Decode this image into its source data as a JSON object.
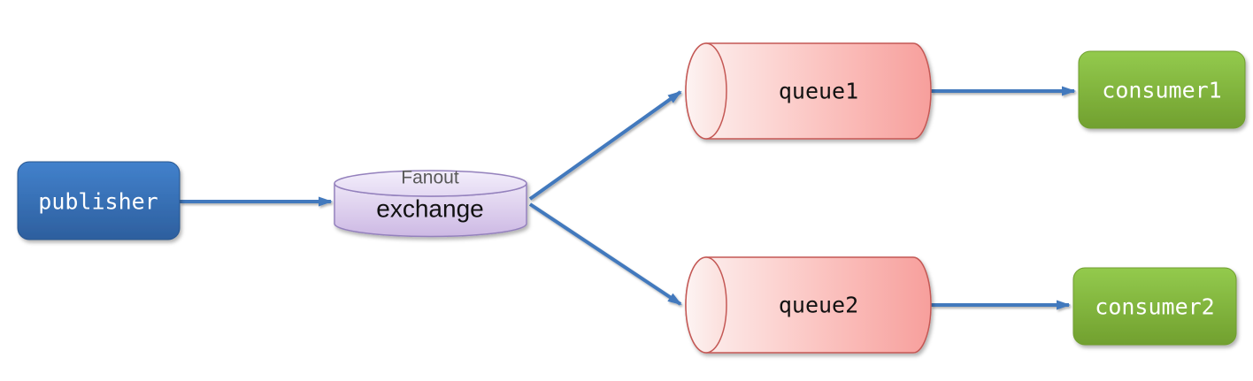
{
  "diagram": {
    "background_color": "#ffffff",
    "edge_color": "#4379bd",
    "nodes": {
      "publisher": {
        "label": "publisher",
        "shape": "rounded-rectangle",
        "fill": "#3d79c2",
        "text_color": "#ffffff"
      },
      "exchange": {
        "label": "exchange",
        "type_label": "Fanout",
        "shape": "vertical-cylinder",
        "fill": "#d9c6ec",
        "text_color": "#111111",
        "type_label_color": "#595959"
      },
      "queue1": {
        "label": "queue1",
        "shape": "horizontal-cylinder",
        "fill": "#f9a5a2",
        "text_color": "#111111"
      },
      "queue2": {
        "label": "queue2",
        "shape": "horizontal-cylinder",
        "fill": "#f9a5a2",
        "text_color": "#111111"
      },
      "consumer1": {
        "label": "consumer1",
        "shape": "rounded-rectangle",
        "fill": "#84ba3c",
        "text_color": "#ffffff"
      },
      "consumer2": {
        "label": "consumer2",
        "shape": "rounded-rectangle",
        "fill": "#84ba3c",
        "text_color": "#ffffff"
      }
    },
    "edges": [
      {
        "from": "publisher",
        "to": "exchange"
      },
      {
        "from": "exchange",
        "to": "queue1"
      },
      {
        "from": "exchange",
        "to": "queue2"
      },
      {
        "from": "queue1",
        "to": "consumer1"
      },
      {
        "from": "queue2",
        "to": "consumer2"
      }
    ]
  }
}
